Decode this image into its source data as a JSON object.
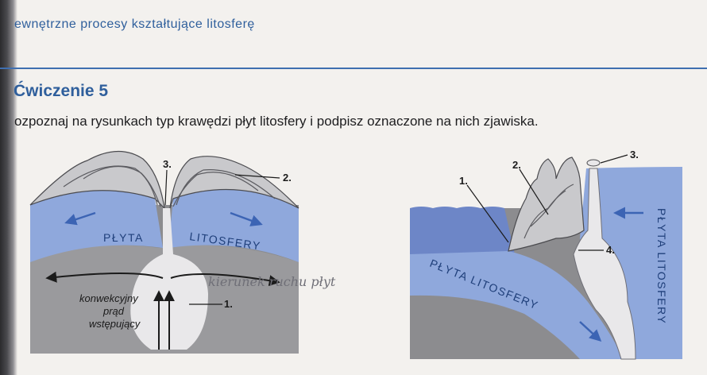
{
  "chapter_title": "ewnętrzne procesy kształtujące litosferę",
  "exercise_title": "Ćwiczenie 5",
  "instruction": "ozpoznaj na rysunkach typ krawędzi płyt litosfery i podpisz oznaczone na nich zjawiska.",
  "figure_left": {
    "labels": {
      "l1": "1.",
      "l2": "2.",
      "l3": "3."
    },
    "plate_text_left": "PŁYTA",
    "plate_text_right": "LITOSFERY",
    "current_line1": "konwekcyjny",
    "current_line2": "prąd",
    "current_line3": "wstępujący",
    "handwritten_note": "kierunek ruchu płyt"
  },
  "figure_right": {
    "labels": {
      "l1": "1.",
      "l2": "2.",
      "l3": "3.",
      "l4": "4."
    },
    "plate_text_left": "PŁYTA LITOSFERY",
    "plate_text_right": "PŁYTA LITOSFERY"
  },
  "colors": {
    "plate_blue": "#8fa8dc",
    "mountain_grey": "#c9c9cc",
    "mantle_grey": "#8c8c8f",
    "magma_light": "#e9e8ea",
    "accent_blue": "#2f5f9c"
  }
}
